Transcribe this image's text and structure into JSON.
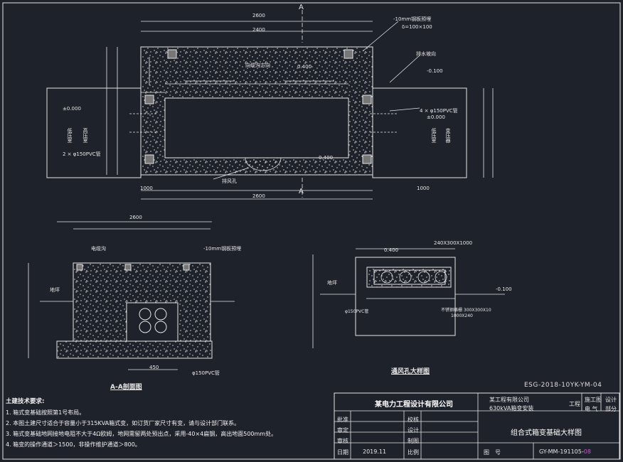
{
  "drawing": {
    "section_markers": {
      "a_top": "A",
      "a_bottom": "A"
    },
    "plan_labels": {
      "steel_plate": "-10mm钢板预埋",
      "plate_size": "δ=100×100",
      "top_dim_total": "2600",
      "top_dim_inner": "2400",
      "slope_note": "排水坡向",
      "slope_desc": "向缆沟方向",
      "level_top": "0.400",
      "level_right": "-0.100",
      "left_zero": "±0.000",
      "right_zero": "±0.000",
      "left_room": "低压室",
      "left_room2": "高压室",
      "right_room": "低压室",
      "right_room2": "变压器",
      "pipe_left": "2 × φ150PVC管",
      "pipe_right": "4 × φ150PVC管",
      "inner_level": "0.400",
      "drain": "排风孔",
      "bottom_dim": "2600",
      "bottom_left": "1000",
      "bottom_right": "1000"
    },
    "section_aa": {
      "title": "A-A剖面图",
      "label_cable": "电缆沟",
      "label_plate": "-10mm钢板预埋",
      "label_ground": "地坪",
      "label_pipe": "φ150PVC管",
      "dim_top": "2600",
      "dim_bottom": "450"
    },
    "vent_detail": {
      "title": "通风孔大样图",
      "level": "0.400",
      "level_right": "-0.100",
      "grate": "240X300X1000",
      "label_ground": "地坪",
      "label_pipe": "φ150PVC管",
      "label_frame": "不锈钢格栅 300X300X10",
      "label_size": "1000X240"
    }
  },
  "drawing_number": "ESG-2018-10YK-YM-04",
  "notes": {
    "heading": "土建技术要求:",
    "items": [
      "1. 箱式变基础按照第1号布局。",
      "2. 本图土建尺寸适合于容量小于315KVA箱式变，如订货厂家尺寸有变，请与设计部门联系。",
      "3. 箱式变基础地网接地电阻不大于4Ω欧姆，地网需留两处预出点，采用-40×4扁钢，高出地面500mm处。",
      "4. 箱变的操作通道＞1500，非操作维护通道＞800。"
    ]
  },
  "title_block": {
    "company": "某电力工程设计有限公司",
    "project_owner": "某工程有限公司",
    "project_name": "630kVA箱变安装",
    "project_label": "工程",
    "stage1": "施工图",
    "stage2": "设计",
    "dept1": "电 气",
    "dept2": "部分",
    "row_labels": [
      "批准",
      "审定",
      "审核",
      "日期"
    ],
    "mid_labels": [
      "校核",
      "设计",
      "制图",
      "比例"
    ],
    "date": "2019.11",
    "drawing_title": "组合式箱变基础大样图",
    "drawing_no_label": "图　号",
    "drawing_no": "GY-MM-191105-",
    "drawing_no_suffix": "08"
  },
  "colors": {
    "background": "#1e232b",
    "line": "#e6e6e6",
    "accent": "#d64bd6"
  }
}
